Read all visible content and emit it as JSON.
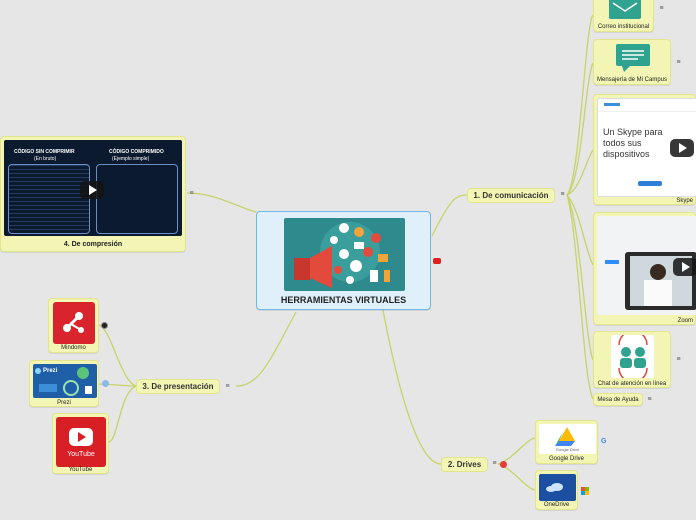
{
  "central": {
    "title": "HERRAMIENTAS VIRTUALES"
  },
  "branches": {
    "comunicacion": "1. De comunicación",
    "drives": "2. Drives",
    "presentacion": "3. De presentación",
    "compresion": "4. De compresión"
  },
  "comunicacion_items": [
    {
      "label": "Correo institucional"
    },
    {
      "label": "Mensajería de Mi Campus"
    },
    {
      "label": "Skype",
      "caption": "Un Skype para todos sus dispositivos"
    },
    {
      "label": "Zoom"
    },
    {
      "label": "Chat de atención en línea"
    },
    {
      "label": "Mesa de Ayuda"
    }
  ],
  "drives_items": [
    {
      "label": "Google Drive",
      "logo_text": "Google Drive"
    },
    {
      "label": "OneDrive"
    }
  ],
  "presentacion_items": [
    {
      "label": "Mindomo"
    },
    {
      "label": "Prezi",
      "logo_text": "Prezi"
    },
    {
      "label": "YouTube",
      "logo_text": "YouTube"
    }
  ],
  "compresion_video": {
    "left_header": "CÓDIGO SIN COMPRIMIR",
    "left_sub": "(En bruto)",
    "right_header": "CÓDIGO COMPRIMIDO",
    "right_sub": "(Ejemplo simple)"
  },
  "colors": {
    "background": "#e6e6e6",
    "node_fill": "#f3f5b4",
    "central_border": "#6fb7e8",
    "link": "#c7d36a"
  }
}
